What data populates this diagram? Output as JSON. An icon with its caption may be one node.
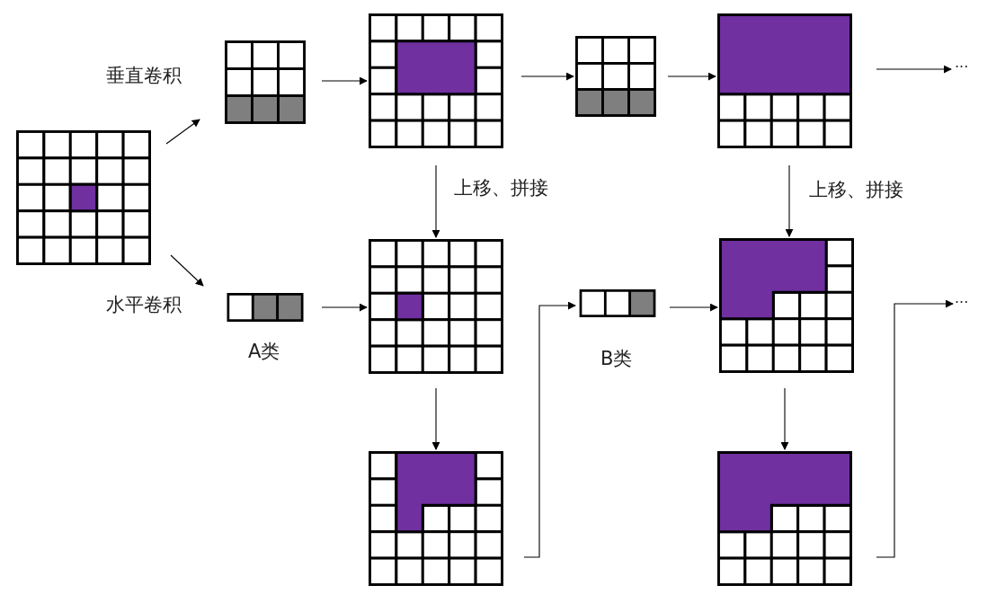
{
  "diagram": {
    "nodes": [
      {
        "text": [],
        "shape": "box"
      },
      {
        "text": [],
        "shape": "box",
        "beside": [
          "垂直卷积"
        ]
      },
      {
        "text": [],
        "shape": "box"
      },
      {
        "text": [],
        "shape": "box"
      },
      {
        "text": [],
        "shape": "box"
      },
      {
        "text": [
          "..."
        ]
      },
      {
        "text": [],
        "shape": "box",
        "beside": [
          "水平卷积",
          "A类"
        ]
      },
      {
        "text": [],
        "shape": "box"
      },
      {
        "text": [],
        "shape": "box"
      },
      {
        "text": [],
        "shape": "box",
        "beside": [
          "B类"
        ]
      },
      {
        "text": [],
        "shape": "box"
      },
      {
        "text": [],
        "shape": "box"
      },
      {
        "text": [
          "..."
        ]
      }
    ],
    "edges": [
      {
        "from": 0,
        "to": 1,
        "arrow": "to"
      },
      {
        "from": 0,
        "to": 6,
        "arrow": "to"
      },
      {
        "from": 1,
        "to": 2,
        "arrow": "to"
      },
      {
        "from": 6,
        "to": 7,
        "arrow": "to"
      },
      {
        "from": 2,
        "to": 3,
        "arrow": "to"
      },
      {
        "from": 3,
        "to": 4,
        "arrow": "to"
      },
      {
        "from": 4,
        "to": 5,
        "arrow": "to"
      },
      {
        "from": 2,
        "to": 7,
        "arrow": "to",
        "label": "上移、拼接"
      },
      {
        "from": 4,
        "to": 10,
        "arrow": "to",
        "label": "上移、拼接"
      },
      {
        "from": 7,
        "to": 8,
        "arrow": "to"
      },
      {
        "from": 8,
        "to": 9,
        "arrow": "to"
      },
      {
        "from": 9,
        "to": 10,
        "arrow": "to"
      },
      {
        "from": 10,
        "to": 11,
        "arrow": "to"
      },
      {
        "from": 11,
        "to": 12,
        "arrow": "to"
      }
    ]
  }
}
